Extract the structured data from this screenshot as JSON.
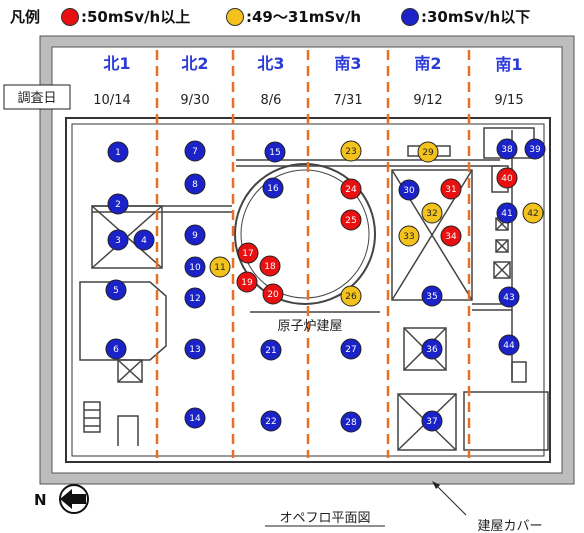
{
  "legend": {
    "title": "凡例",
    "items": [
      {
        "label": ":50mSv/h以上",
        "color": "#e81010"
      },
      {
        "label": ":49～31mSv/h",
        "color": "#f4c21c"
      },
      {
        "label": ":30mSv/h以下",
        "color": "#1a22c8"
      }
    ]
  },
  "survey_date_label": "調査日",
  "sectors": [
    {
      "name": "北1",
      "date": "10/14"
    },
    {
      "name": "北2",
      "date": "9/30"
    },
    {
      "name": "北3",
      "date": "8/6"
    },
    {
      "name": "南3",
      "date": "7/31"
    },
    {
      "name": "南2",
      "date": "9/12"
    },
    {
      "name": "南1",
      "date": "9/15"
    }
  ],
  "building_label": "原子炉建屋",
  "plan_title": "オペフロ平面図",
  "cover_label": "建屋カバー",
  "compass_label": "N",
  "colors": {
    "red": "#e81010",
    "yellow": "#f4c21c",
    "blue": "#1a22c8",
    "sector_text": "#2b3bd6",
    "divider": "#e8701e"
  },
  "measurement_points": [
    {
      "id": "1",
      "level": "blue"
    },
    {
      "id": "2",
      "level": "blue"
    },
    {
      "id": "3",
      "level": "blue"
    },
    {
      "id": "4",
      "level": "blue"
    },
    {
      "id": "5",
      "level": "blue"
    },
    {
      "id": "6",
      "level": "blue"
    },
    {
      "id": "7",
      "level": "blue"
    },
    {
      "id": "8",
      "level": "blue"
    },
    {
      "id": "9",
      "level": "blue"
    },
    {
      "id": "10",
      "level": "blue"
    },
    {
      "id": "11",
      "level": "yellow"
    },
    {
      "id": "12",
      "level": "blue"
    },
    {
      "id": "13",
      "level": "blue"
    },
    {
      "id": "14",
      "level": "blue"
    },
    {
      "id": "15",
      "level": "blue"
    },
    {
      "id": "16",
      "level": "blue"
    },
    {
      "id": "17",
      "level": "red"
    },
    {
      "id": "18",
      "level": "red"
    },
    {
      "id": "19",
      "level": "red"
    },
    {
      "id": "20",
      "level": "red"
    },
    {
      "id": "21",
      "level": "blue"
    },
    {
      "id": "22",
      "level": "blue"
    },
    {
      "id": "23",
      "level": "yellow"
    },
    {
      "id": "24",
      "level": "red"
    },
    {
      "id": "25",
      "level": "red"
    },
    {
      "id": "26",
      "level": "yellow"
    },
    {
      "id": "27",
      "level": "blue"
    },
    {
      "id": "28",
      "level": "blue"
    },
    {
      "id": "29",
      "level": "yellow"
    },
    {
      "id": "30",
      "level": "blue"
    },
    {
      "id": "31",
      "level": "red"
    },
    {
      "id": "32",
      "level": "yellow"
    },
    {
      "id": "33",
      "level": "yellow"
    },
    {
      "id": "34",
      "level": "red"
    },
    {
      "id": "35",
      "level": "blue"
    },
    {
      "id": "36",
      "level": "blue"
    },
    {
      "id": "37",
      "level": "blue"
    },
    {
      "id": "38",
      "level": "blue"
    },
    {
      "id": "39",
      "level": "blue"
    },
    {
      "id": "40",
      "level": "red"
    },
    {
      "id": "41",
      "level": "blue"
    },
    {
      "id": "42",
      "level": "yellow"
    },
    {
      "id": "43",
      "level": "blue"
    },
    {
      "id": "44",
      "level": "blue"
    }
  ]
}
